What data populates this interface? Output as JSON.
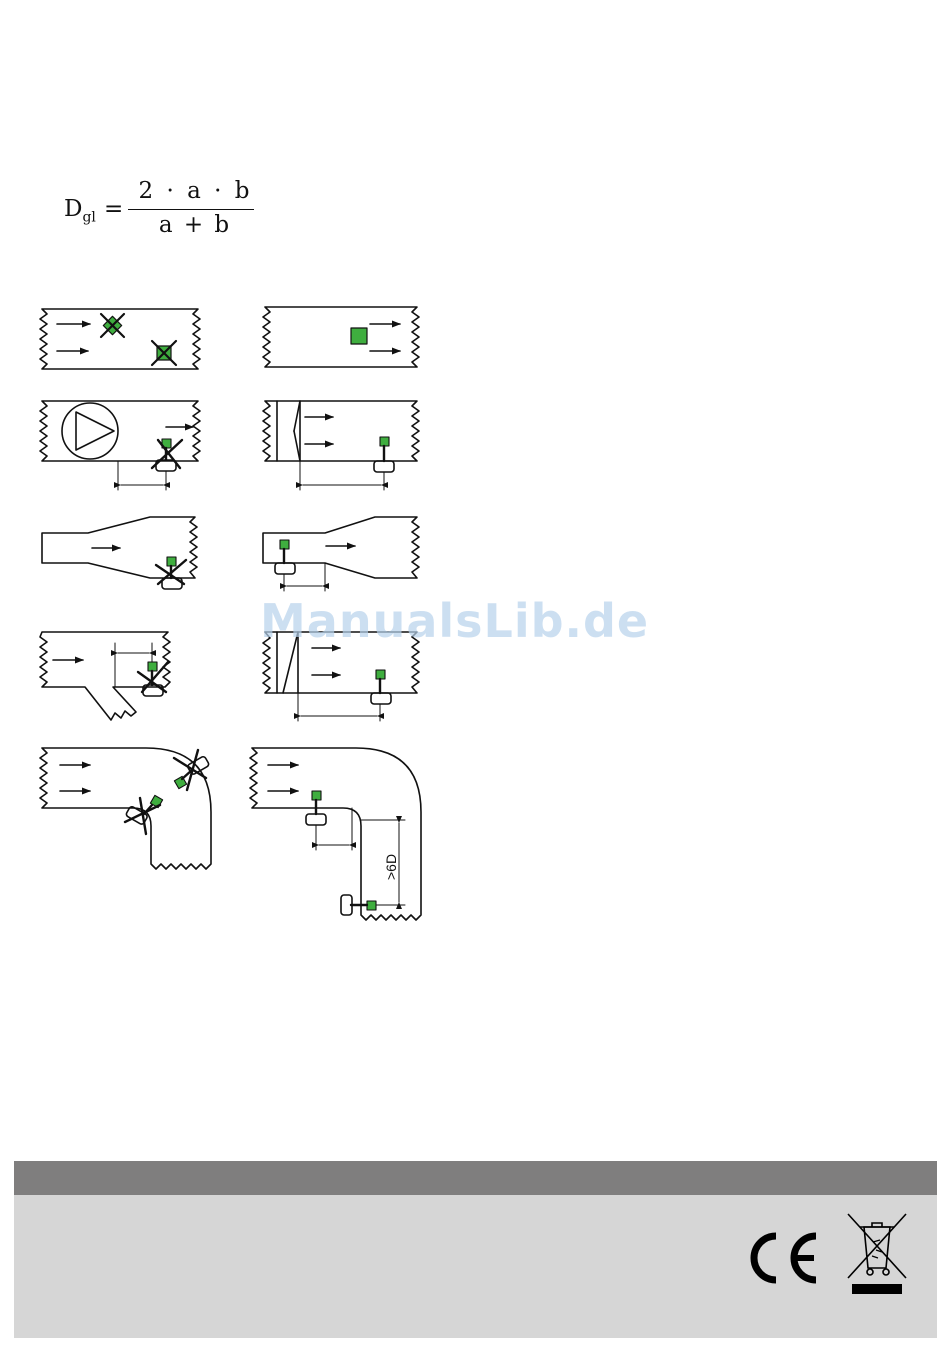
{
  "formula": {
    "lhs_main": "D",
    "lhs_sub": "gl",
    "equals": "=",
    "numerator": "2 · a · b",
    "denominator": "a + b"
  },
  "diagram": {
    "dimension_label": ">6D",
    "colors": {
      "sensor": "#3fae3f",
      "line": "#111111"
    }
  },
  "watermark": "ManualsLib.de",
  "footer": {
    "colors": {
      "bar": "#7f7e7e",
      "panel": "#d6d6d6"
    },
    "icons": [
      "ce-mark-icon",
      "weee-bin-icon"
    ]
  }
}
